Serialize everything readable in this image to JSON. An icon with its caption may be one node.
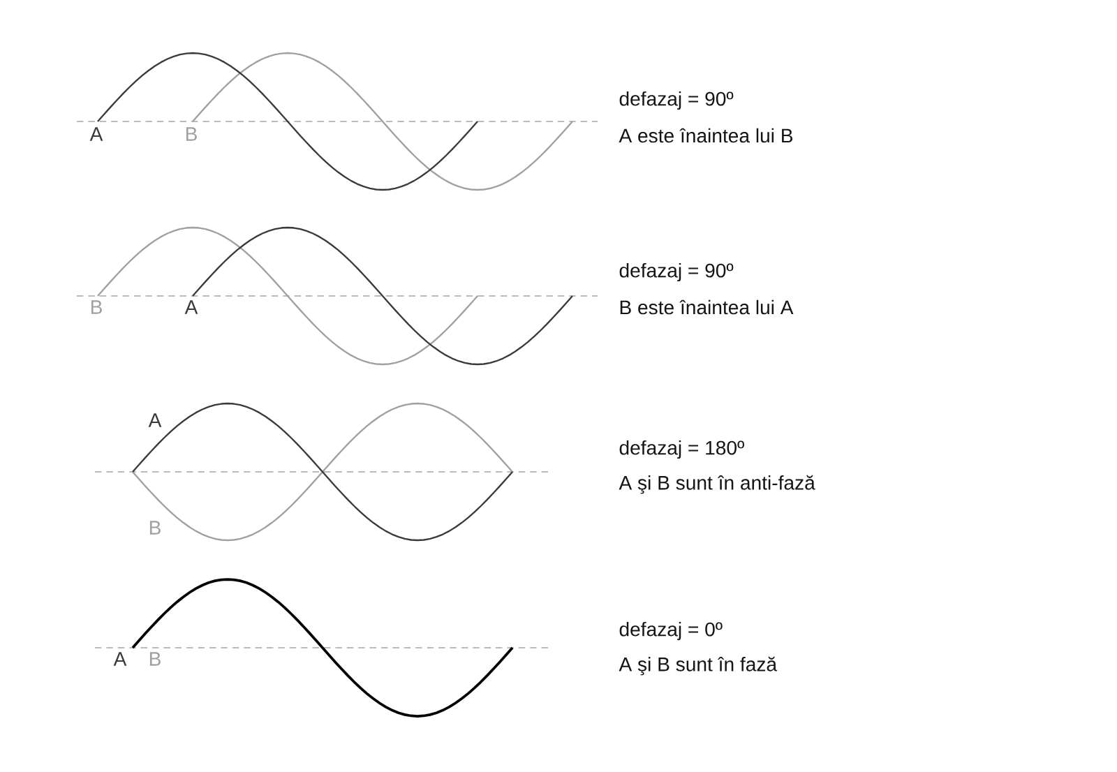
{
  "diagram": {
    "labels": [
      "A",
      "B",
      "defazaj = 90º",
      "A este înaintea lui B",
      "B",
      "A",
      "defazaj = 90º",
      "B este înaintea lui A",
      "A",
      "defazaj = 180º",
      "A şi B sunt în anti-fază",
      "B",
      "A",
      "B",
      "defazaj = 0º",
      "A şi B sunt în fază"
    ]
  }
}
